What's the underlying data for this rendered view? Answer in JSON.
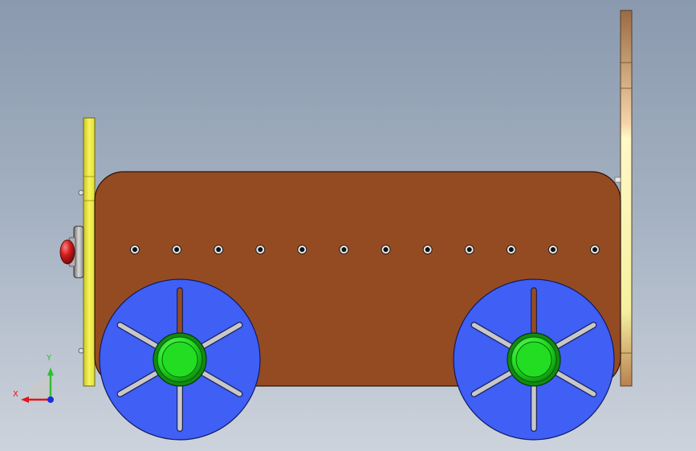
{
  "viewport": {
    "background_top": "#8a99ae",
    "background_bottom": "#cdd3dc"
  },
  "model": {
    "body_color": "#954b22",
    "wheel_color": "#3f5ff5",
    "hub_color": "#22dd22",
    "panel_color": "#f2ee3a",
    "light_color": "#d21b1b",
    "rear_post_color": "#a8703e",
    "holes_count": 12,
    "spokes_per_wheel": 6
  },
  "triad": {
    "x_label": "X",
    "y_label": "Y",
    "x_color": "#e2141b",
    "y_color": "#2fbf2f",
    "z_color": "#1d2be0"
  }
}
